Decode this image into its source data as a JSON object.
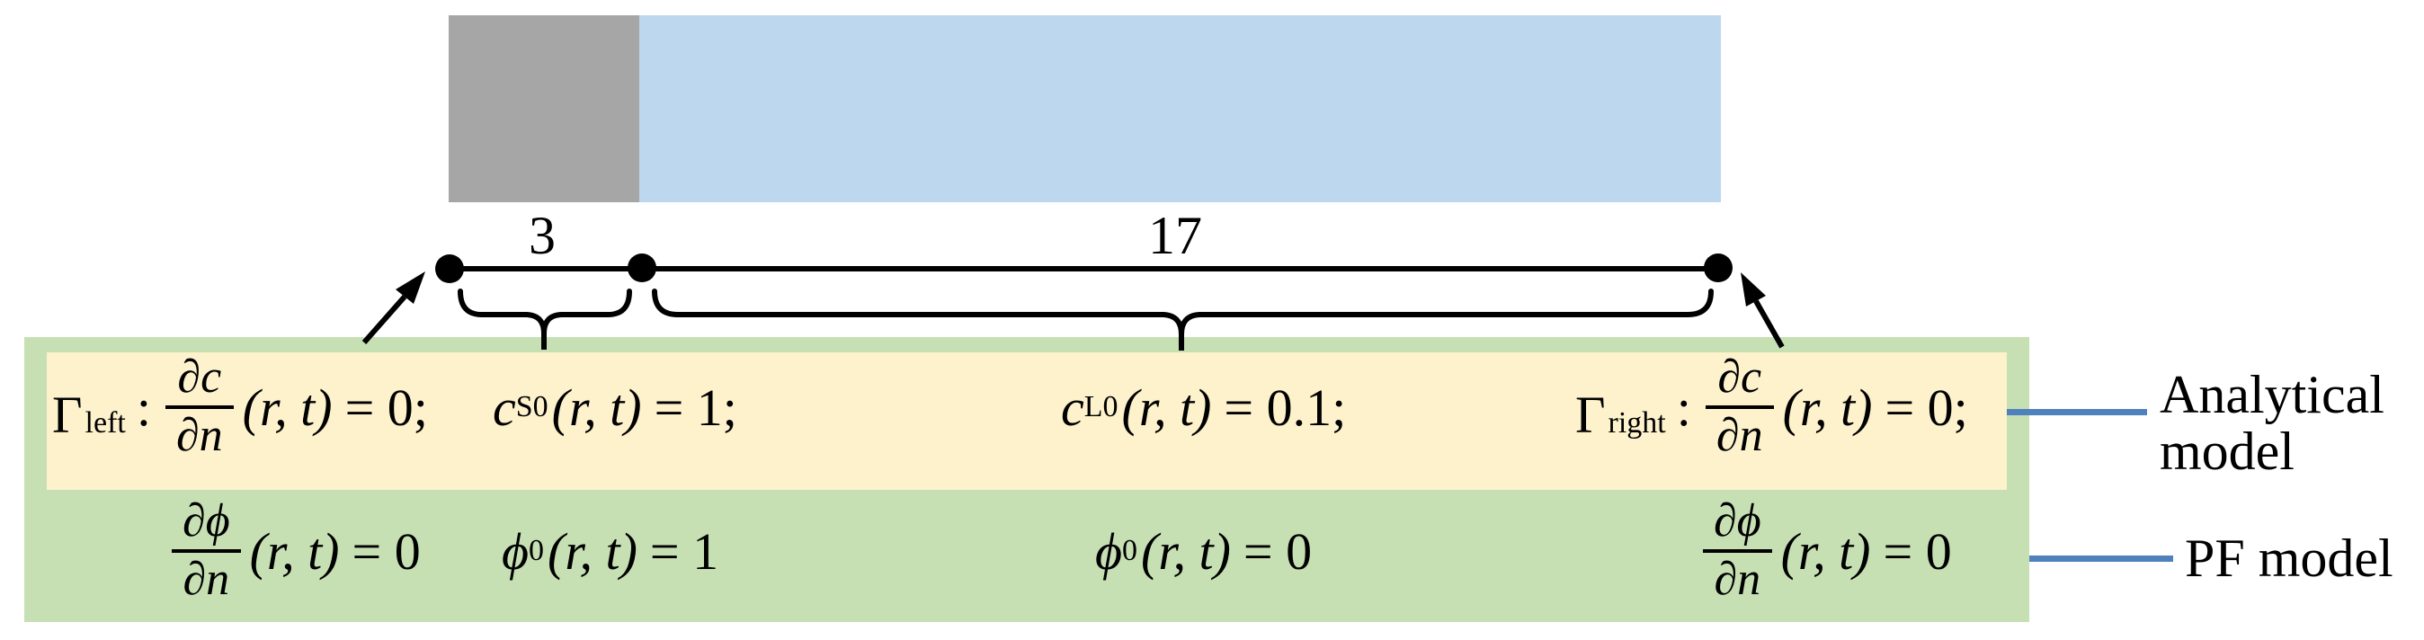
{
  "figure": {
    "domain_bar": {
      "solid_width_label": "3",
      "liquid_width_label": "17"
    },
    "analytical_row": {
      "left_bc": {
        "gamma": "Γ",
        "sub": "left",
        "colon": ":",
        "num": "∂c",
        "den": "∂n",
        "args": "(r, t)",
        "rhs": "= 0;"
      },
      "solid_ic": {
        "var": "c",
        "sub": "S0",
        "args": "(r, t)",
        "rhs": "= 1;"
      },
      "liquid_ic": {
        "var": "c",
        "sub": "L0",
        "args": "(r, t)",
        "rhs": "= 0.1;"
      },
      "right_bc": {
        "gamma": "Γ",
        "sub": "right",
        "colon": ":",
        "num": "∂c",
        "den": "∂n",
        "args": "(r, t)",
        "rhs": "= 0;"
      }
    },
    "pf_row": {
      "left_bc": {
        "num": "∂ϕ",
        "den": "∂n",
        "args": "(r, t)",
        "rhs": "= 0"
      },
      "solid_ic": {
        "var": "ϕ",
        "sub": "0",
        "args": "(r, t)",
        "rhs": "= 1"
      },
      "liquid_ic": {
        "var": "ϕ",
        "sub": "0",
        "args": "(r, t)",
        "rhs": "= 0"
      },
      "right_bc": {
        "num": "∂ϕ",
        "den": "∂n",
        "args": "(r, t)",
        "rhs": "= 0"
      }
    },
    "legend": {
      "analytical_line1": "Analytical",
      "analytical_line2": "model",
      "pf": "PF model"
    },
    "colors": {
      "solid_bar": "#a6a6a6",
      "liquid_bar": "#bdd7ee",
      "pf_box": "#c6e0b4",
      "analytical_box": "#fdf2cc",
      "connector": "#4f81bd",
      "ink": "#000000"
    }
  }
}
